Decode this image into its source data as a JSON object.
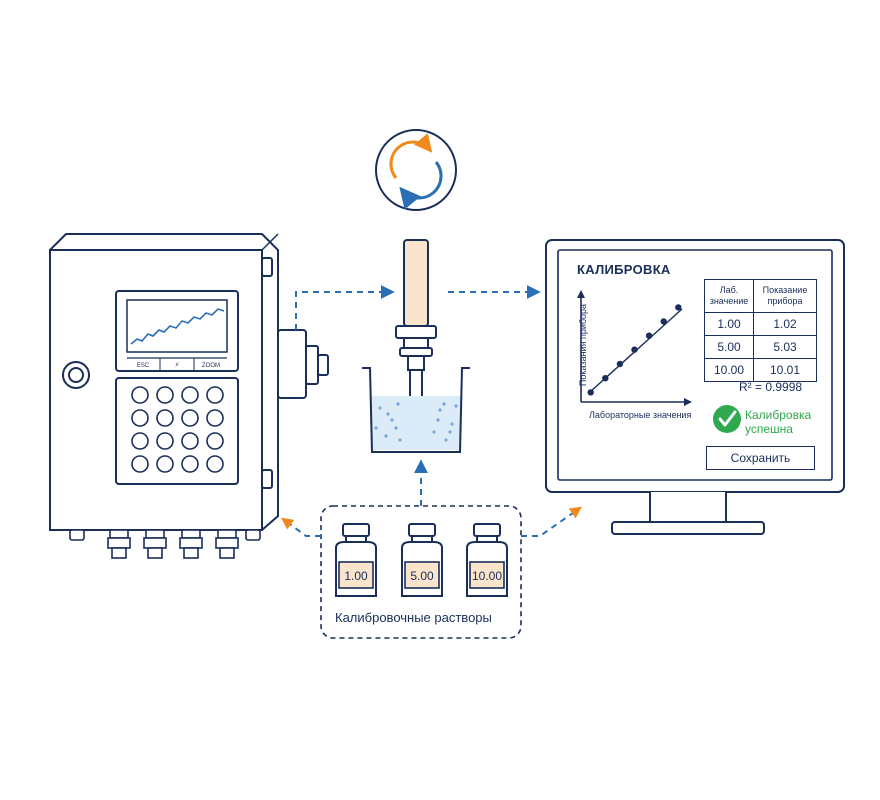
{
  "controller": {
    "softkeys": [
      "ESC",
      "⚡",
      "ZOOM"
    ]
  },
  "monitor": {
    "title": "КАЛИБРОВКА",
    "table": {
      "headers": [
        "Лаб. значение",
        "Показание прибора"
      ],
      "rows": [
        [
          "1.00",
          "1.02"
        ],
        [
          "5.00",
          "5.03"
        ],
        [
          "10.00",
          "10.01"
        ]
      ]
    },
    "r_squared": "R² = 0.9998",
    "status": "Калибровка успешна",
    "save_label": "Сохранить",
    "chart": {
      "xlabel": "Лабораторные значения",
      "ylabel": "Показания прибора"
    }
  },
  "solutions": {
    "bottles": [
      "1.00",
      "5.00",
      "10.00"
    ],
    "caption": "Калибровочные растворы"
  },
  "chart_data": {
    "type": "scatter",
    "title": "",
    "xlabel": "Лабораторные значения",
    "ylabel": "Показания прибора",
    "x": [
      1.0,
      2.5,
      4.0,
      5.5,
      7.0,
      8.5,
      10.0
    ],
    "y": [
      1.02,
      2.52,
      4.02,
      5.53,
      7.01,
      8.51,
      10.01
    ],
    "grid": false
  },
  "colors": {
    "line": "#1a2e5a",
    "flow_blue": "#2a6fb5",
    "accent_orange": "#f08a1e",
    "success_green": "#2fa84f",
    "liquid": "#dcebf8"
  }
}
